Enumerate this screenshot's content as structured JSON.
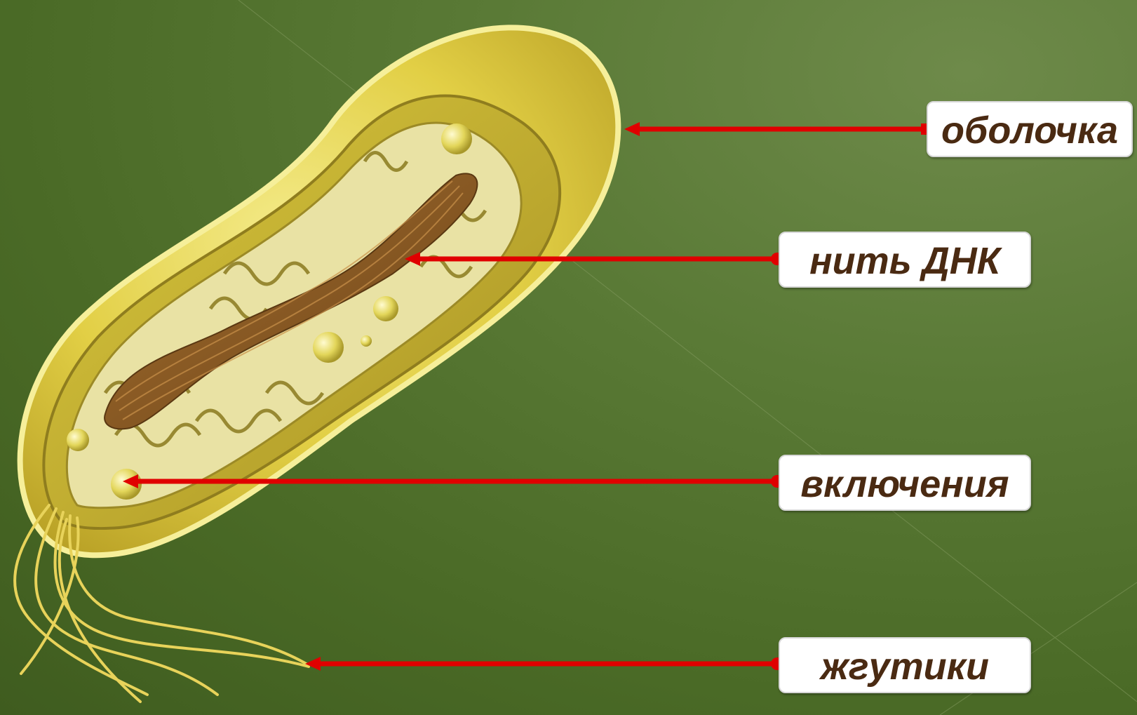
{
  "labels": {
    "membrane": "оболочка",
    "dna": "нить ДНК",
    "inclusions": "включения",
    "flagella": "жгутики"
  },
  "colors": {
    "background": "#4f6d2a",
    "arrow": "#e00000",
    "label_text": "#4a2a12",
    "label_bg": "#ffffff",
    "cell_outer": "#e8d84a",
    "cell_inner": "#c9b53a",
    "dna": "#8a5a22"
  }
}
